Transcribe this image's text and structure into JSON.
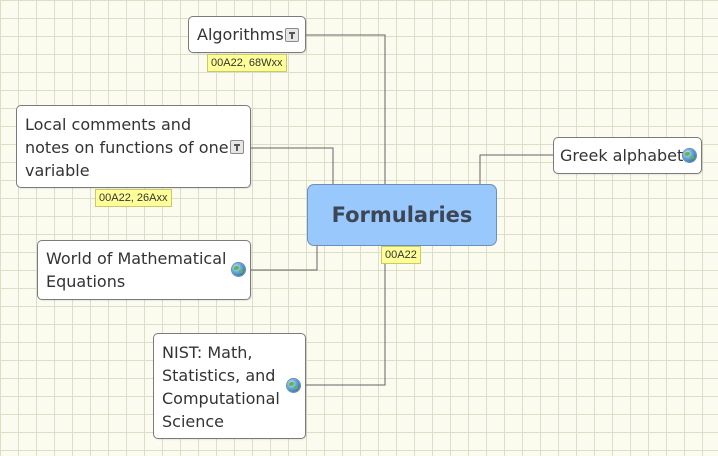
{
  "map": {
    "central": {
      "title": "Formularies",
      "tag": "00A22"
    },
    "topics": [
      {
        "label": "Algorithms",
        "tag": "00A22, 68Wxx",
        "icon": "note-icon"
      },
      {
        "label": "Local comments and\nnotes on functions of one\nvariable",
        "tag": "00A22, 26Axx",
        "icon": "note-icon"
      },
      {
        "label": "World of Mathematical\nEquations",
        "icon": "globe-link-icon"
      },
      {
        "label": "NIST: Math,\nStatistics, and\nComputational\nScience",
        "icon": "globe-link-icon"
      },
      {
        "label": "Greek alphabet",
        "icon": "globe-link-icon"
      }
    ]
  },
  "colors": {
    "background": "#fbfbf0",
    "grid": "#dcdfc8",
    "central_fill": "#99c9fc",
    "tag_fill": "#ffff99",
    "connector": "#666666"
  }
}
